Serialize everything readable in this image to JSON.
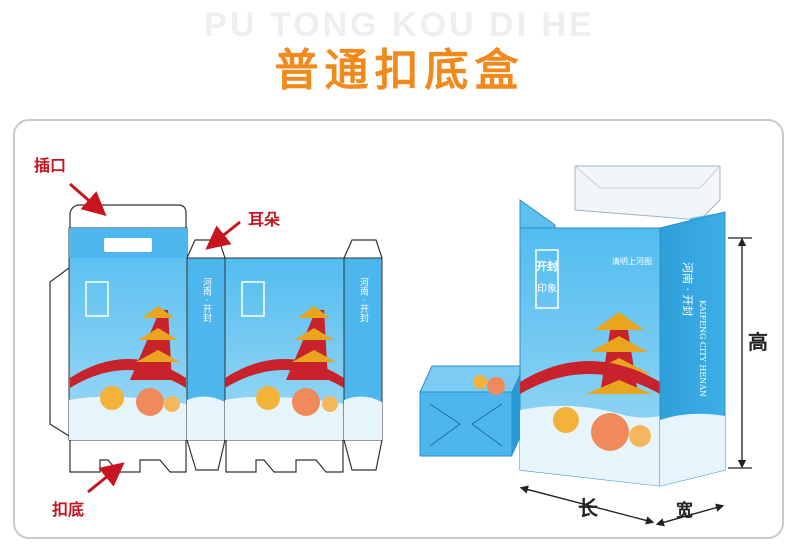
{
  "header": {
    "ghost_text": "PU TONG KOU DI HE",
    "title": "普通扣底盒"
  },
  "dieline": {
    "label_tuck": "插口",
    "label_ear": "耳朵",
    "label_lock_bottom": "扣底"
  },
  "box_art": {
    "logo_line1": "开封",
    "logo_line2": "印象",
    "side_text": "河南 · 开封",
    "side_text_vertical": "KAIFENG CITY HENAN",
    "caption": "清明上河图",
    "top_logo": "开封印象"
  },
  "dimensions": {
    "height": "高",
    "length": "长",
    "width": "宽"
  },
  "colors": {
    "accent": "#f08a1c",
    "annotation": "#c8141e",
    "box_blue": "#4db6ec",
    "box_blue_dark": "#2a9ad6",
    "bridge_red": "#c8232c"
  }
}
